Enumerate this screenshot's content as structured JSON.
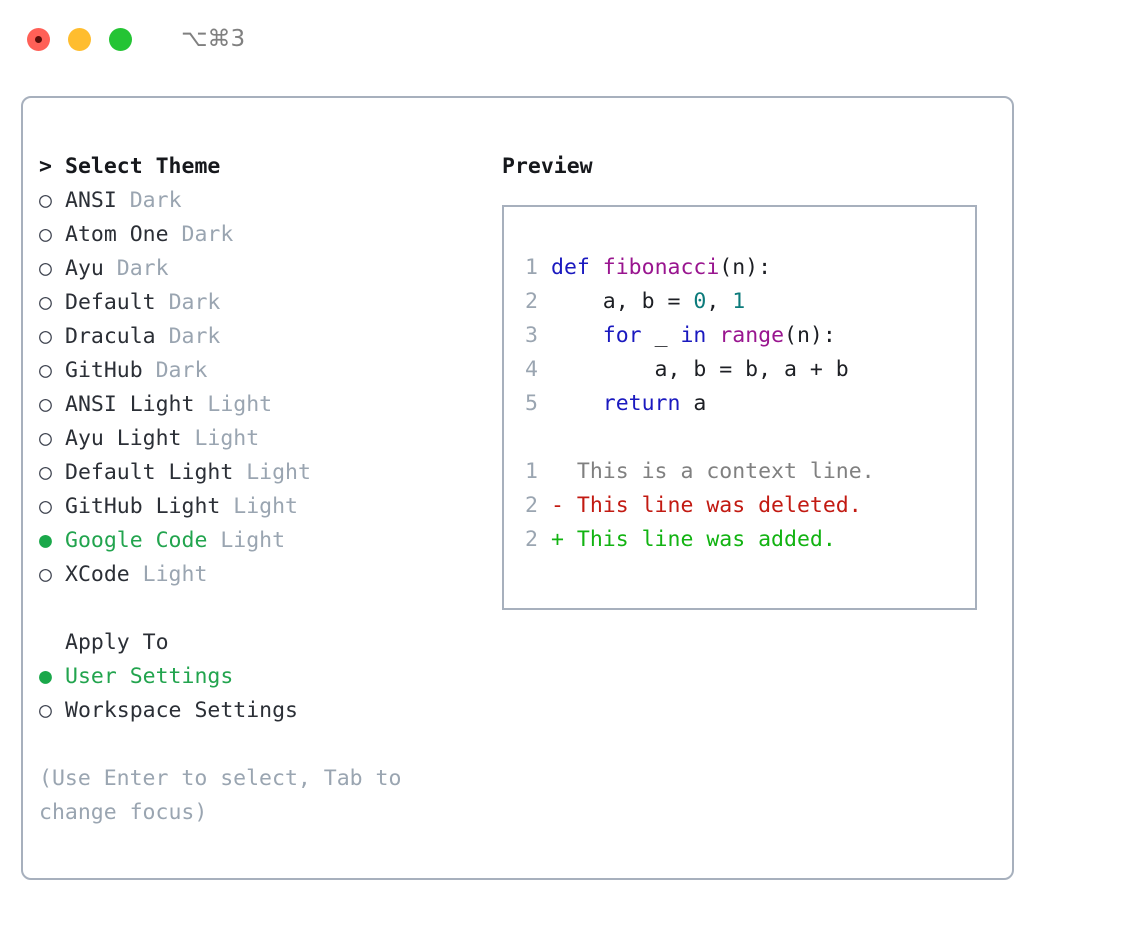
{
  "titlebar": {
    "shortcut": "⌥⌘3",
    "lights": [
      "close-red",
      "minimize-yellow",
      "zoom-green"
    ]
  },
  "theme_picker": {
    "heading": "Select Theme",
    "heading_marker": ">",
    "selected_marker": "●",
    "unselected_marker": "○",
    "items": [
      {
        "name": "ANSI",
        "category": "Dark",
        "selected": false
      },
      {
        "name": "Atom One",
        "category": "Dark",
        "selected": false
      },
      {
        "name": "Ayu",
        "category": "Dark",
        "selected": false
      },
      {
        "name": "Default",
        "category": "Dark",
        "selected": false
      },
      {
        "name": "Dracula",
        "category": "Dark",
        "selected": false
      },
      {
        "name": "GitHub",
        "category": "Dark",
        "selected": false
      },
      {
        "name": "ANSI Light",
        "category": "Light",
        "selected": false
      },
      {
        "name": "Ayu Light",
        "category": "Light",
        "selected": false
      },
      {
        "name": "Default Light",
        "category": "Light",
        "selected": false
      },
      {
        "name": "GitHub Light",
        "category": "Light",
        "selected": false
      },
      {
        "name": "Google Code",
        "category": "Light",
        "selected": true
      },
      {
        "name": "XCode",
        "category": "Light",
        "selected": false
      }
    ]
  },
  "apply_to": {
    "heading": "Apply To",
    "items": [
      {
        "name": "User Settings",
        "selected": true
      },
      {
        "name": "Workspace Settings",
        "selected": false
      }
    ]
  },
  "hint": "(Use Enter to select, Tab to change focus)",
  "preview": {
    "title": "Preview",
    "code_lines": [
      {
        "num": "1",
        "tokens": [
          {
            "t": "def",
            "c": "kw"
          },
          {
            "t": " ",
            "c": "txt"
          },
          {
            "t": "fibonacci",
            "c": "fn"
          },
          {
            "t": "(n):",
            "c": "txt"
          }
        ]
      },
      {
        "num": "2",
        "tokens": [
          {
            "t": "    a, b = ",
            "c": "txt"
          },
          {
            "t": "0",
            "c": "num"
          },
          {
            "t": ", ",
            "c": "txt"
          },
          {
            "t": "1",
            "c": "num"
          }
        ]
      },
      {
        "num": "3",
        "tokens": [
          {
            "t": "    ",
            "c": "txt"
          },
          {
            "t": "for",
            "c": "kw"
          },
          {
            "t": " _ ",
            "c": "txt"
          },
          {
            "t": "in",
            "c": "kw"
          },
          {
            "t": " ",
            "c": "txt"
          },
          {
            "t": "range",
            "c": "fn"
          },
          {
            "t": "(n):",
            "c": "txt"
          }
        ]
      },
      {
        "num": "4",
        "tokens": [
          {
            "t": "        a, b = b, a + b",
            "c": "txt"
          }
        ]
      },
      {
        "num": "5",
        "tokens": [
          {
            "t": "    ",
            "c": "txt"
          },
          {
            "t": "return",
            "c": "kw"
          },
          {
            "t": " a",
            "c": "txt"
          }
        ]
      }
    ],
    "diff_lines": [
      {
        "num": "1",
        "sign": " ",
        "text": " This is a context line.",
        "kind": "ctx"
      },
      {
        "num": "2",
        "sign": "-",
        "text": " This line was deleted.",
        "kind": "del"
      },
      {
        "num": "2",
        "sign": "+",
        "text": " This line was added.",
        "kind": "add"
      }
    ]
  },
  "colors": {
    "accent_green": "#22a44e",
    "dim_gray": "#9aa5b1",
    "border": "#a7b0bd",
    "keyword_blue": "#1a19bf",
    "function_purple": "#99158f",
    "number_teal": "#0c7b7b",
    "diff_deleted_red": "#c21a12",
    "diff_added_green": "#12b312"
  }
}
